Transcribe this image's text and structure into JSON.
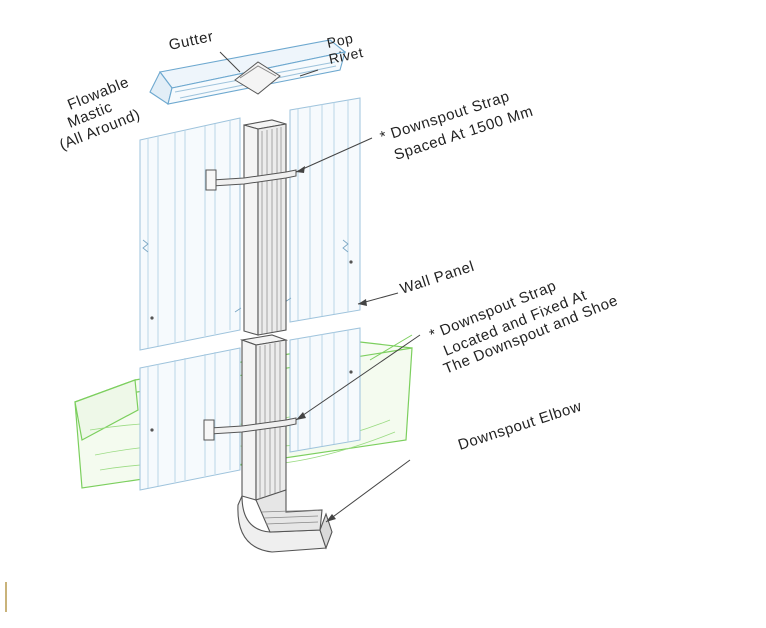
{
  "diagram": {
    "labels": {
      "gutter": "Gutter",
      "pop": "Pop",
      "rivet": "Rivet",
      "flowable": "Flowable",
      "mastic": "Mastic",
      "all_around": "(All Around)",
      "strap_spaced_1": "* Downspout Strap",
      "strap_spaced_2": "Spaced At 1500 Mm",
      "wall_panel": "Wall Panel",
      "strap_located_1": "* Downspout Strap",
      "strap_located_2": "Located and Fixed At",
      "strap_located_3": "The Downspout and Shoe",
      "elbow": "Downspout Elbow"
    },
    "colors": {
      "panel": "#9ec3dc",
      "panel_fill": "#f6fafd",
      "base": "#7ccf5e",
      "base_fill": "#f4fbef",
      "downspout": "#555555",
      "downspout_fill": "#f4f4f4",
      "gutter": "#6da8cf"
    }
  }
}
